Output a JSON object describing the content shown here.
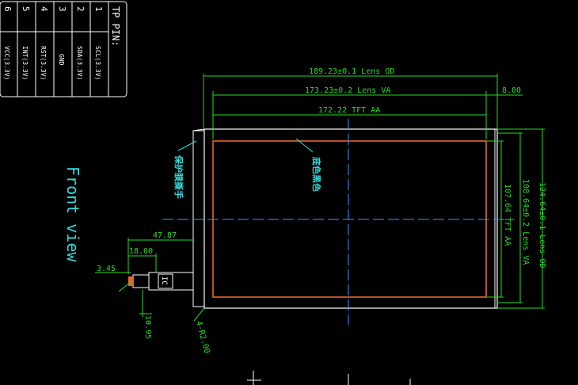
{
  "pin_table": {
    "header": "TP   PIN:",
    "columns": [
      {
        "num": "1",
        "signal": "SCL(3.3V)"
      },
      {
        "num": "2",
        "signal": "SDA(3.3V)"
      },
      {
        "num": "3",
        "signal": "GND"
      },
      {
        "num": "4",
        "signal": "RST(3.3V)"
      },
      {
        "num": "5",
        "signal": "INT(3.3V)"
      },
      {
        "num": "6",
        "signal": "VCC(3.3V)"
      }
    ]
  },
  "view_label": "Front view",
  "dimensions": {
    "lens_od_width": "189.23±0.1 Lens OD",
    "lens_va_width": "173.23±0.2  Lens VA",
    "tft_aa_width": "172.22  TFT AA",
    "right_offset": "8.00",
    "tft_aa_height": "107.64  TFT AA",
    "lens_va_height": "108.64±0.2 Lens VA",
    "lens_od_height": "124.64±0.1 Lens OD",
    "fpc_length": "47.87",
    "fpc_width": "18.00",
    "fpc_pitch": "3.45",
    "fpc_offset": "10.95",
    "corner_radius": "4-R2.00"
  },
  "notes": {
    "left_note": "保护膜撕手",
    "center_note": "底色黑色"
  },
  "ic_label": "IC",
  "colors": {
    "dim": "#22dd22",
    "outline": "#ffffff",
    "tft": "#e06a2a",
    "center": "#3399ff",
    "annotation": "#33dddd"
  }
}
